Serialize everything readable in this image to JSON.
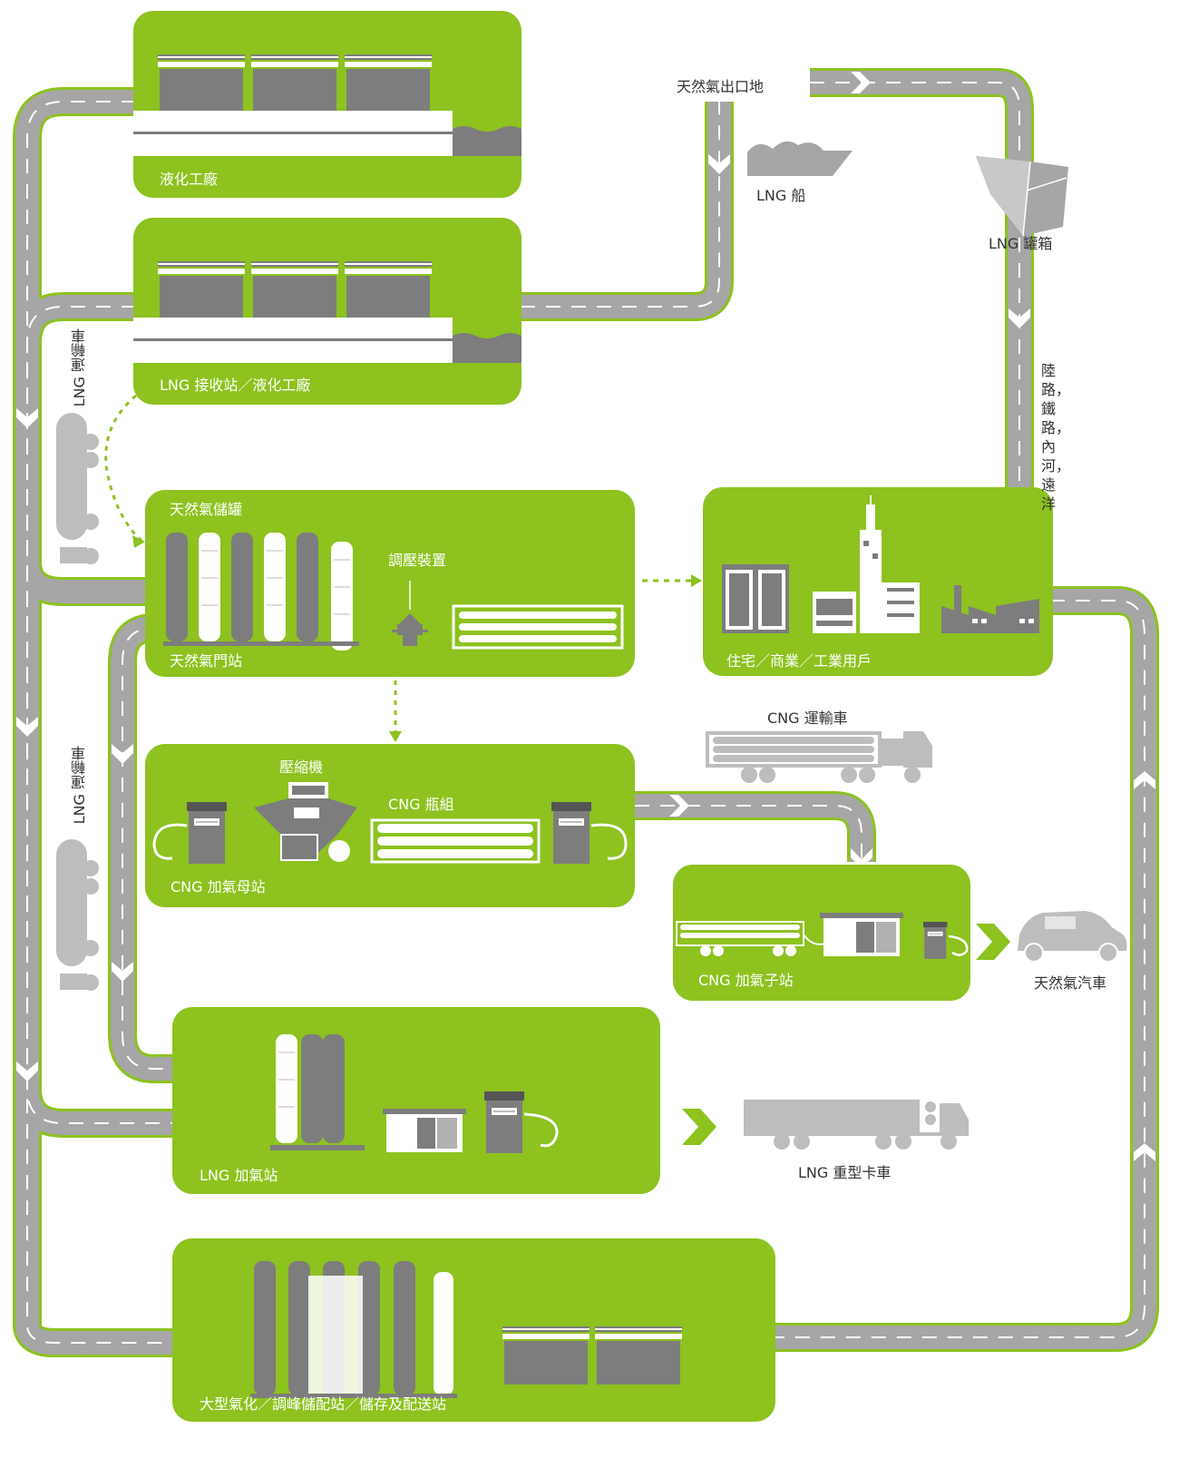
{
  "colors": {
    "green": "#8dc21f",
    "road": "#a6a6a6",
    "road_edge": "#8dc21f",
    "equipment": "#7d7d7d",
    "equipment_light": "#bdbdbd",
    "label_dark": "#333333"
  },
  "facilities": {
    "liquefaction_plant": "液化工廠",
    "lng_terminal": "LNG 接收站／液化工廠",
    "gas_storage_tank": "天然氣儲罐",
    "city_gate_station": "天然氣門站",
    "pressure_regulator": "調壓裝置",
    "end_users": "住宅／商業／工業用戶",
    "cng_mother_station": "CNG 加氣母站",
    "compressor": "壓縮機",
    "cng_cylinder_group": "CNG 瓶組",
    "cng_daughter_station": "CNG 加氣子站",
    "lng_filling_station": "LNG 加氣站",
    "large_gasification_station": "大型氣化／調峰儲配站／儲存及配送站"
  },
  "transport": {
    "export_origin": "天然氣出口地",
    "lng_ship": "LNG 船",
    "lng_tank_container": "LNG 罐箱",
    "modes": [
      "陸路，",
      "鐵路，",
      "內河，",
      "遠洋"
    ],
    "lng_tanker_truck_upper": "LNG 運輸車",
    "lng_tanker_truck_lower": "LNG 運輸車",
    "cng_tube_trailer": "CNG 運輸車",
    "natural_gas_car": "天然氣汽車",
    "lng_heavy_truck": "LNG 重型卡車"
  },
  "icons": [
    "road-icon",
    "arrow-icon",
    "ship-icon",
    "tank-container-icon",
    "tanker-truck-icon",
    "storage-tank-icon",
    "regulator-icon",
    "building-icon",
    "factory-icon",
    "compressor-icon",
    "dispenser-icon",
    "tube-trailer-icon",
    "car-icon",
    "heavy-truck-icon"
  ]
}
